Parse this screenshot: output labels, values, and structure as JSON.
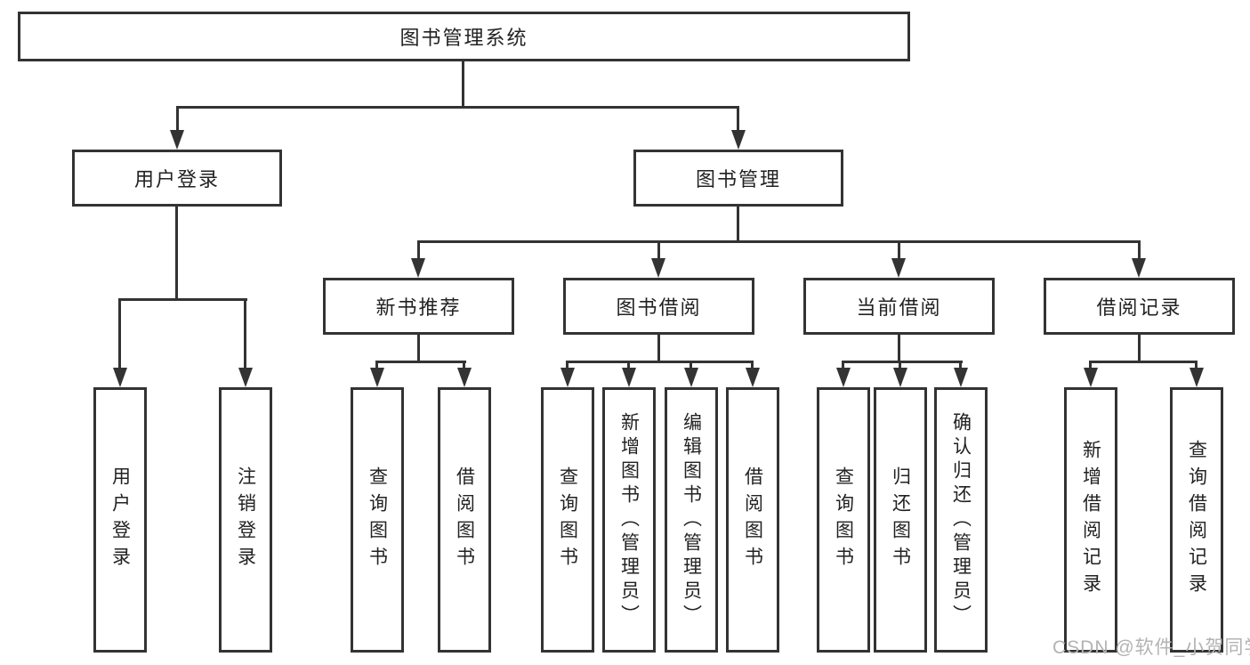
{
  "diagram": {
    "nodes": {
      "root": "图书管理系统",
      "user_login": "用户登录",
      "book_mgmt": "图书管理",
      "new_books": "新书推荐",
      "book_borrow": "图书借阅",
      "current_borrow": "当前借阅",
      "borrow_records": "借阅记录"
    },
    "leaves": {
      "user_login": [
        "用户登录",
        "注销登录"
      ],
      "new_books": [
        "查询图书",
        "借阅图书"
      ],
      "book_borrow": [
        "查询图书",
        "新增图书（管理员）",
        "编辑图书（管理员）",
        "借阅图书"
      ],
      "current_borrow": [
        "查询图书",
        "归还图书",
        "确认归还（管理员）"
      ],
      "borrow_records": [
        "新增借阅记录",
        "查询借阅记录"
      ]
    }
  },
  "watermark": {
    "text": "CSDN @软件_小贺同学"
  },
  "colors": {
    "line": "#333333",
    "border": "#333333",
    "text": "#222222",
    "watermark": "#b3b3b3",
    "background": "#ffffff"
  }
}
